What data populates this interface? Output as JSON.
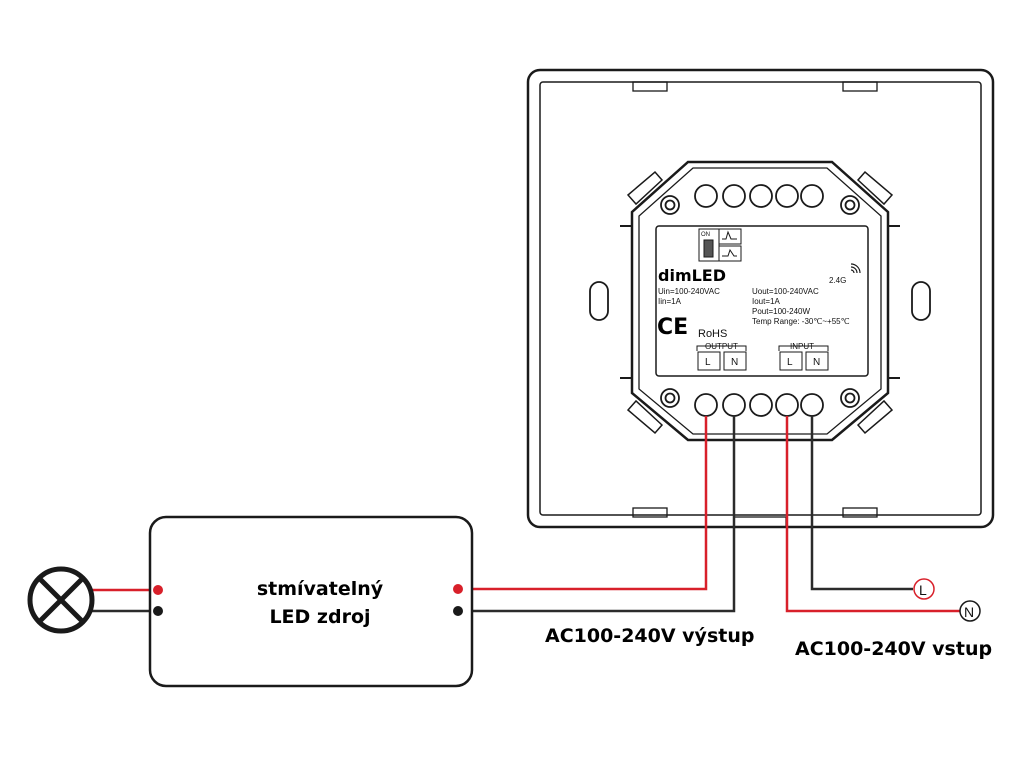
{
  "colors": {
    "live_wire": "#d8202a",
    "neutral_wire": "#2b2b2b",
    "outline": "#1a1a1a"
  },
  "device": {
    "brand": "dimLED",
    "input_rating": "Uin=100-240VAC",
    "input_current": "Iin=1A",
    "output_rating": "Uout=100-240VAC",
    "output_current": "Iout=1A",
    "output_power": "Pout=100-240W",
    "temp_range": "Temp Range: -30℃~+55℃",
    "wireless": "2.4G",
    "ce_mark": "CE",
    "rohs": "RoHS",
    "switch_label": "ON",
    "output_group": "OUTPUT",
    "input_group": "INPUT",
    "terminal_l": "L",
    "terminal_n": "N"
  },
  "driver": {
    "line1": "stmívatelný",
    "line2": "LED zdroj"
  },
  "labels": {
    "output_caption": "AC100-240V výstup",
    "input_caption": "AC100-240V vstup",
    "live_marker": "L",
    "neutral_marker": "N"
  },
  "icons": {
    "lamp": "lamp-symbol-icon",
    "wifi": "wireless-signal-icon"
  }
}
